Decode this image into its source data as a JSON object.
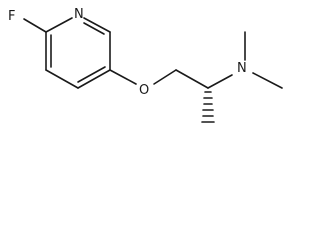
{
  "molecule": {
    "atoms": {
      "fluorine": "F",
      "ring_nitrogen": "N",
      "ether_oxygen": "O",
      "amine_nitrogen": "N"
    },
    "stereo": {
      "hashed_bond_to_methyl": true
    }
  }
}
